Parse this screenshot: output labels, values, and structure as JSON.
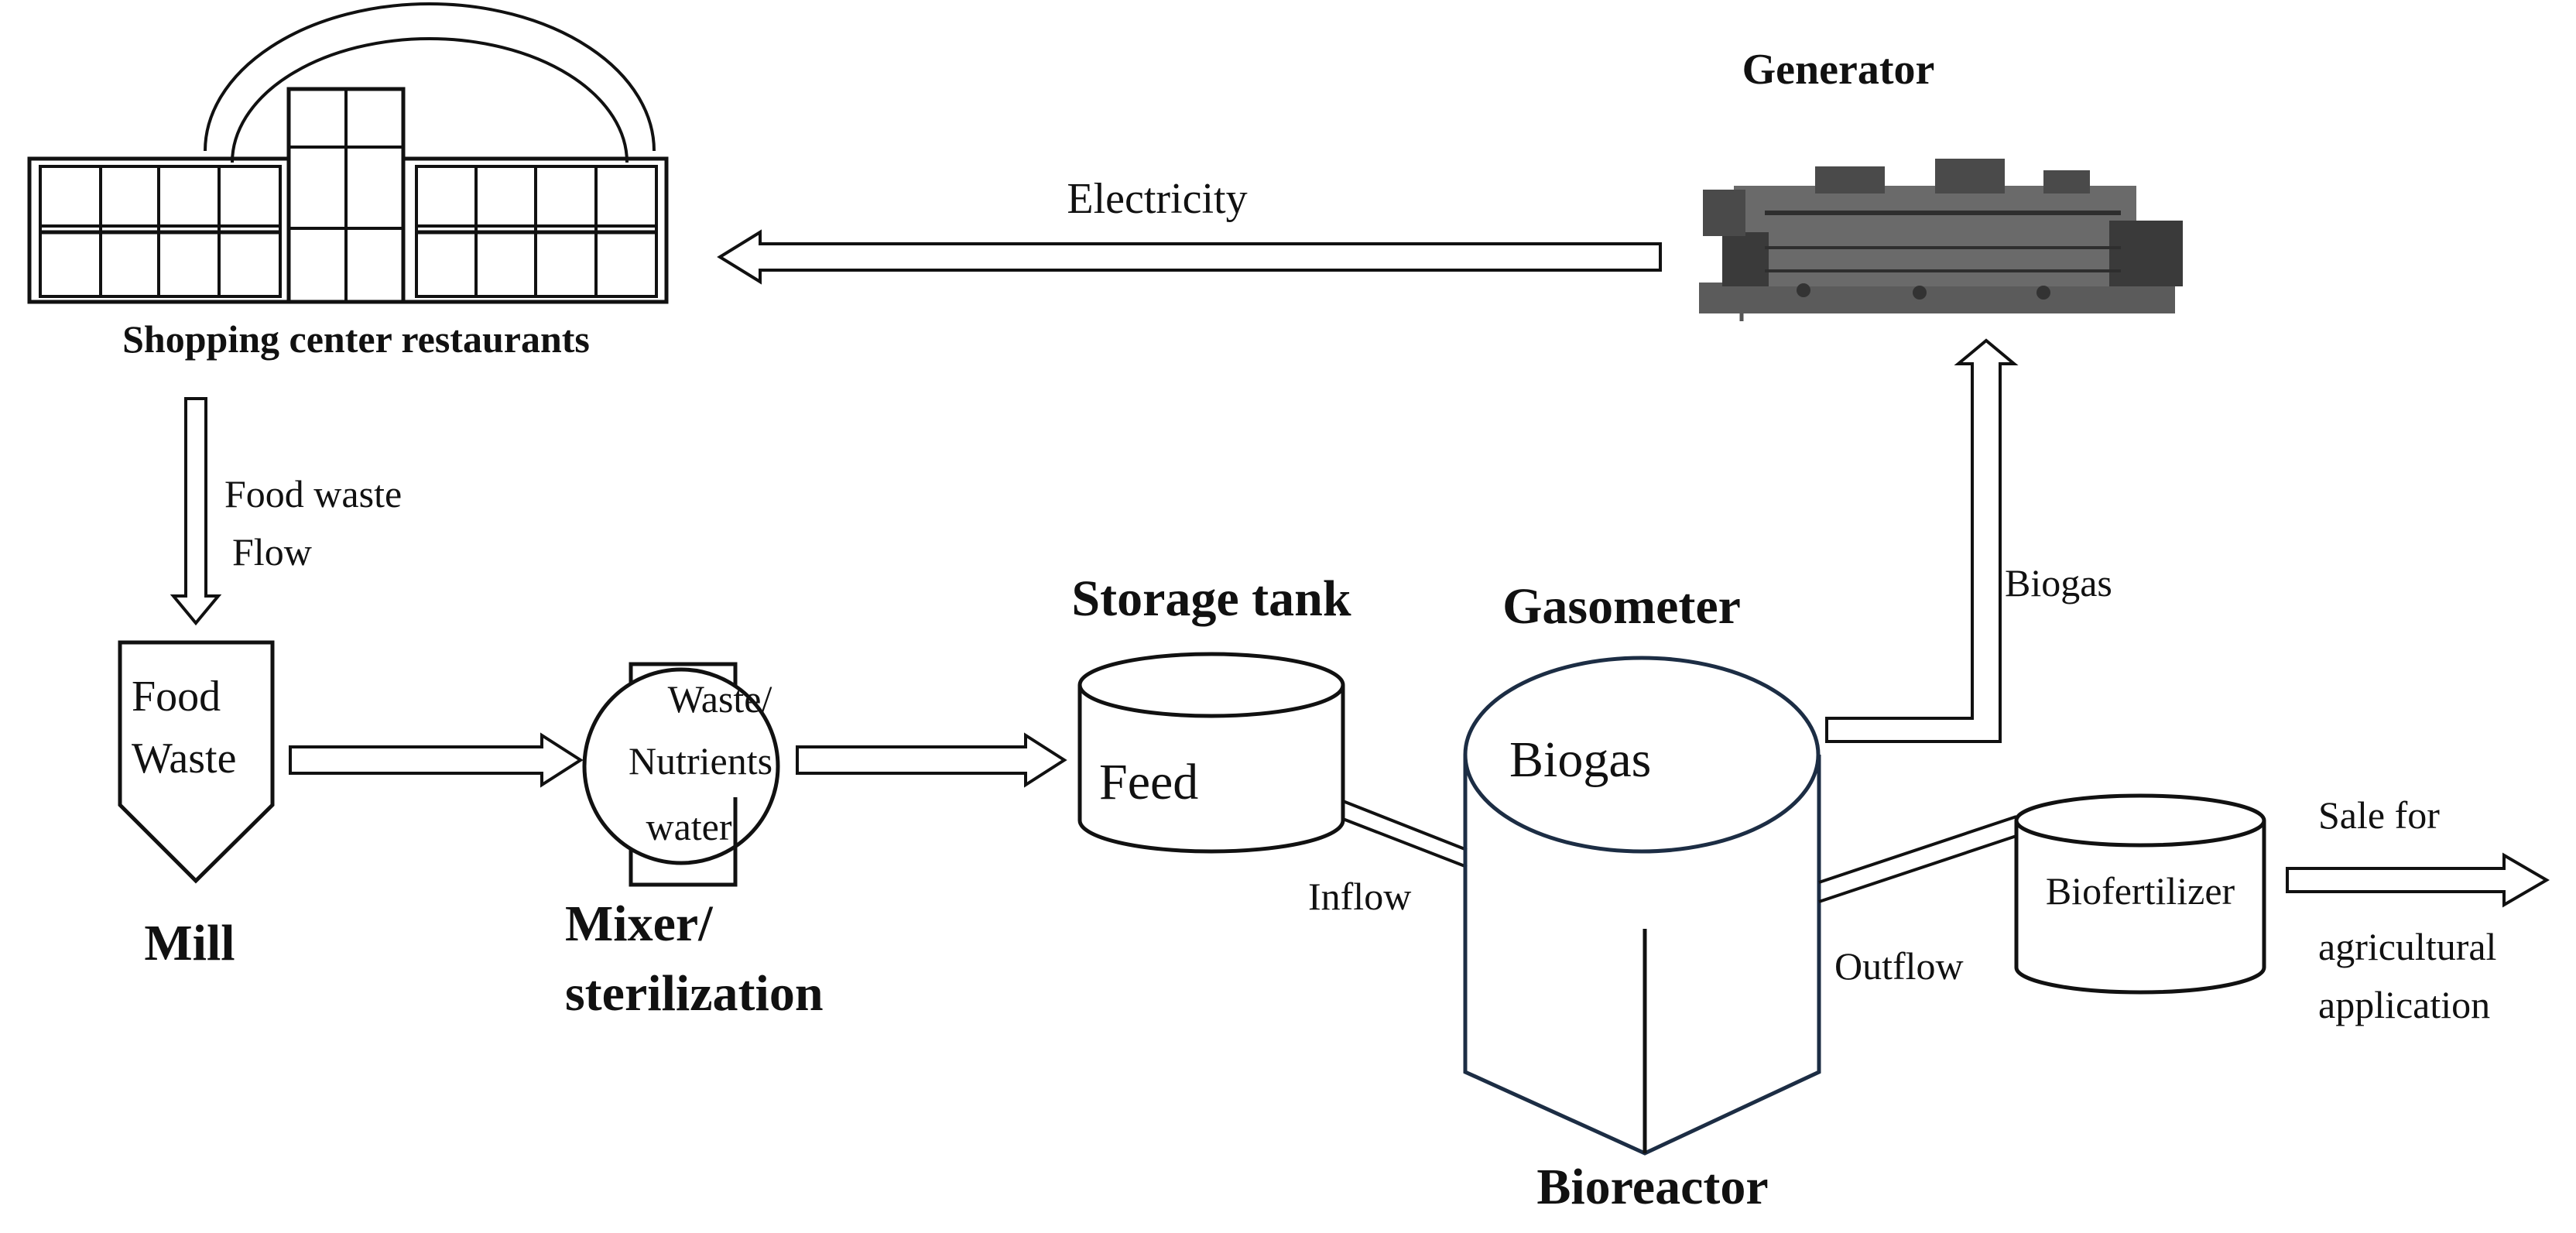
{
  "labels": {
    "shopping_center": "Shopping center restaurants",
    "generator": "Generator",
    "electricity": "Electricity",
    "food_waste_flow_line1": "Food waste",
    "food_waste_flow_line2": "Flow",
    "food_waste_line1": "Food",
    "food_waste_line2": "Waste",
    "mill": "Mill",
    "mixer_content_line1": "Waste/",
    "mixer_content_line2": "Nutrients",
    "mixer_content_line3": "water",
    "mixer_line1": "Mixer/",
    "mixer_line2": "sterilization",
    "storage_tank": "Storage tank",
    "feed": "Feed",
    "inflow": "Inflow",
    "gasometer": "Gasometer",
    "biogas_inside": "Biogas",
    "biogas_arrow": "Biogas",
    "bioreactor": "Bioreactor",
    "outflow": "Outflow",
    "biofertilizer": "Biofertilizer",
    "sale_line1": "Sale for",
    "sale_line2": "agricultural",
    "sale_line3": "application"
  },
  "colors": {
    "line": "#111111",
    "tank_outline": "#1c2d44",
    "generator_body": "#5b5b5b",
    "generator_dark": "#3a3a3a",
    "background": "#ffffff"
  }
}
